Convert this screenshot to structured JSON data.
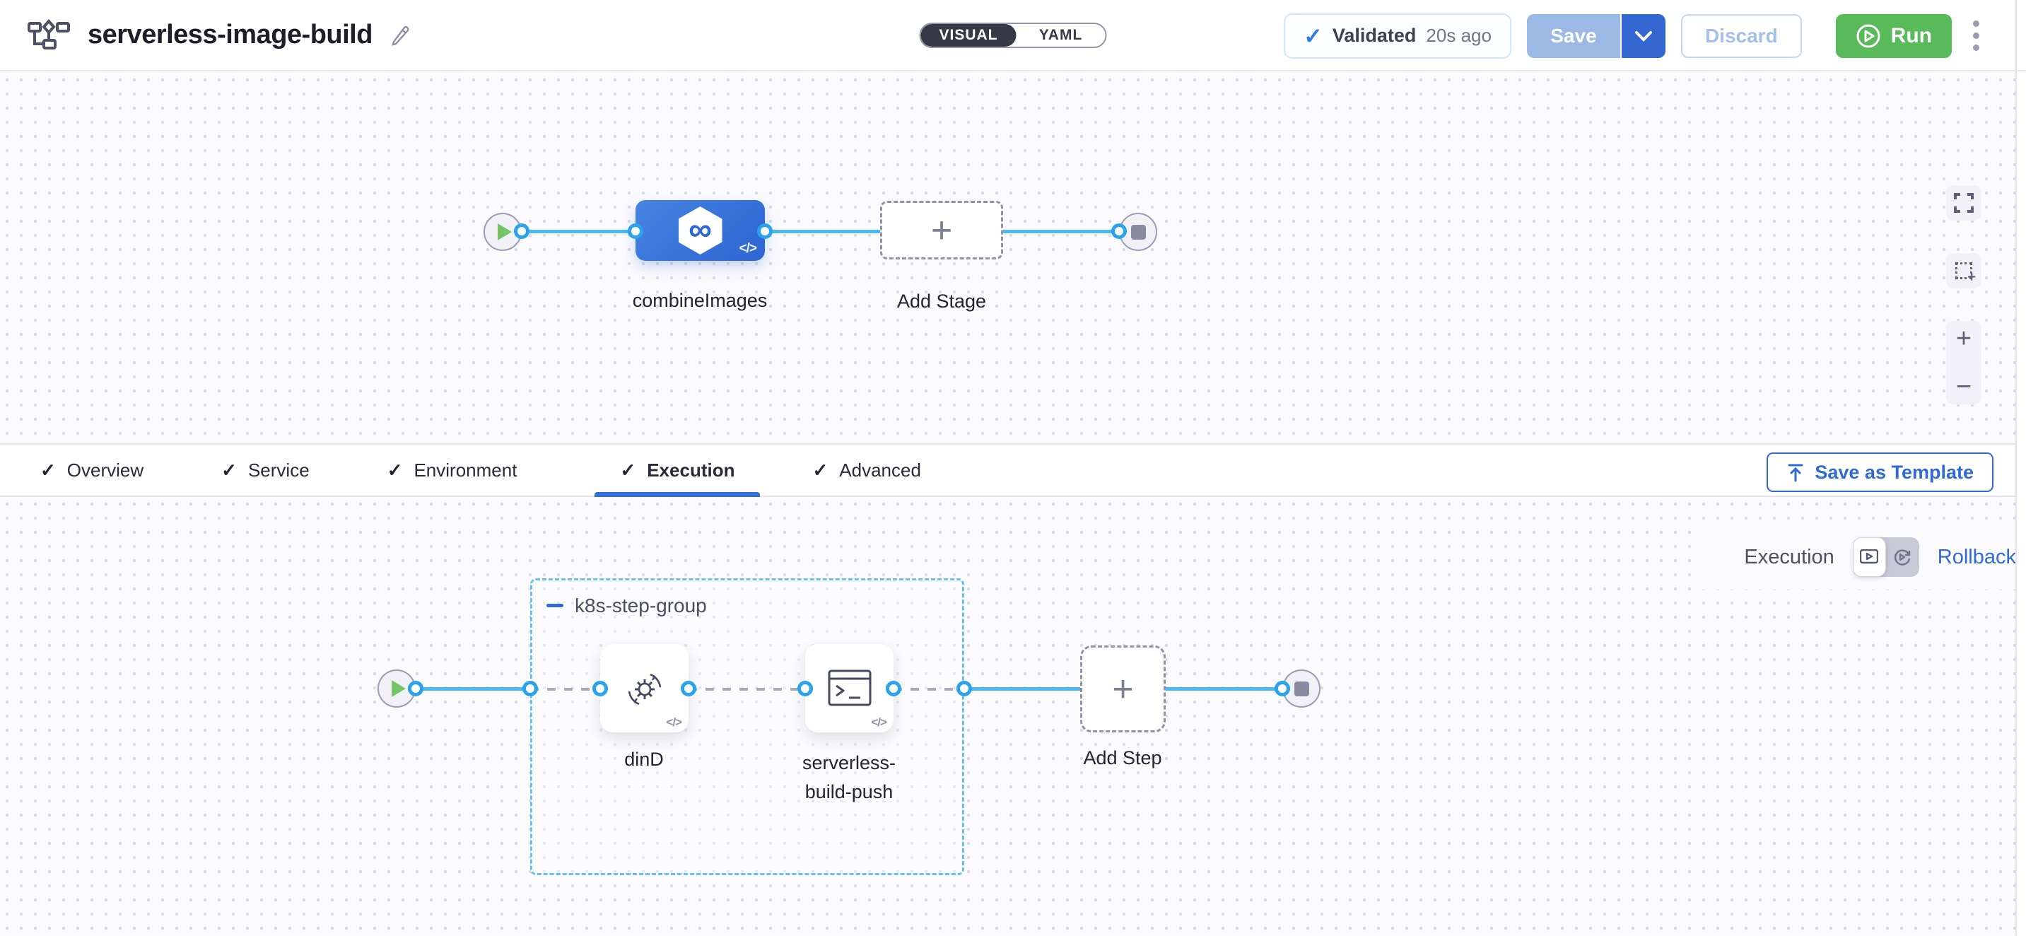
{
  "icons": {
    "check": "✓",
    "plus": "+",
    "infinity": "∞",
    "code": "</>"
  },
  "header": {
    "title": "serverless-image-build",
    "mode_toggle": {
      "visual": "VISUAL",
      "yaml": "YAML"
    },
    "validated": {
      "label": "Validated",
      "time": "20s ago"
    },
    "save_label": "Save",
    "discard_label": "Discard",
    "run_label": "Run"
  },
  "stage_canvas": {
    "stage_label": "combineImages",
    "add_stage_label": "Add Stage"
  },
  "tabs": {
    "items": [
      {
        "label": "Overview"
      },
      {
        "label": "Service"
      },
      {
        "label": "Environment"
      },
      {
        "label": "Execution"
      },
      {
        "label": "Advanced"
      }
    ],
    "active": "Execution",
    "save_as_template_label": "Save as Template"
  },
  "execution_canvas": {
    "mode_label": "Execution",
    "rollback_label": "Rollback",
    "step_group": {
      "title": "k8s-step-group",
      "steps": [
        {
          "label": "dinD"
        },
        {
          "label": "serverless-build-push",
          "line1": "serverless-",
          "line2": "build-push"
        }
      ]
    },
    "add_step_label": "Add Step"
  },
  "colors": {
    "accent_blue": "#3370d3",
    "link_blue": "#2f6bd8",
    "connector_blue": "#4bb8ef",
    "ring_blue": "#2ba2ec",
    "run_green": "#58ba58",
    "stage_blue": "#2d64d2",
    "toggle_dark": "#383946"
  }
}
